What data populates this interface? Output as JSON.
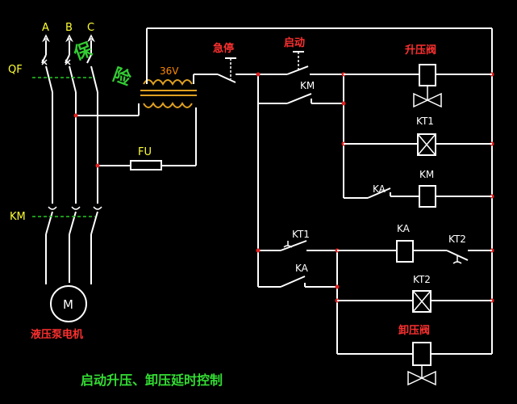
{
  "phases": [
    "A",
    "B",
    "C"
  ],
  "breaker": "QF",
  "contactor": "KM",
  "motor": "M",
  "motor_caption": "液压泵电机",
  "transformer_voltage": "36V",
  "fuse": "FU",
  "green_marks": [
    "保",
    "险"
  ],
  "estop": "急停",
  "start": "启动",
  "km_contact": "KM",
  "pressure_valve": "升压阀",
  "kt1_coil": "KT1",
  "ka_contact": "KA",
  "km_coil": "KM",
  "kt1_contact": "KT1",
  "ka_contact2": "KA",
  "ka_coil": "KA",
  "kt2_contact": "KT2",
  "kt2_coil": "KT2",
  "release_valve": "卸压阀",
  "title": "启动升压、卸压延时控制",
  "colors": {
    "phase_label": "#ffff33",
    "title": "#33dd33",
    "relay_label": "#ff3030"
  }
}
